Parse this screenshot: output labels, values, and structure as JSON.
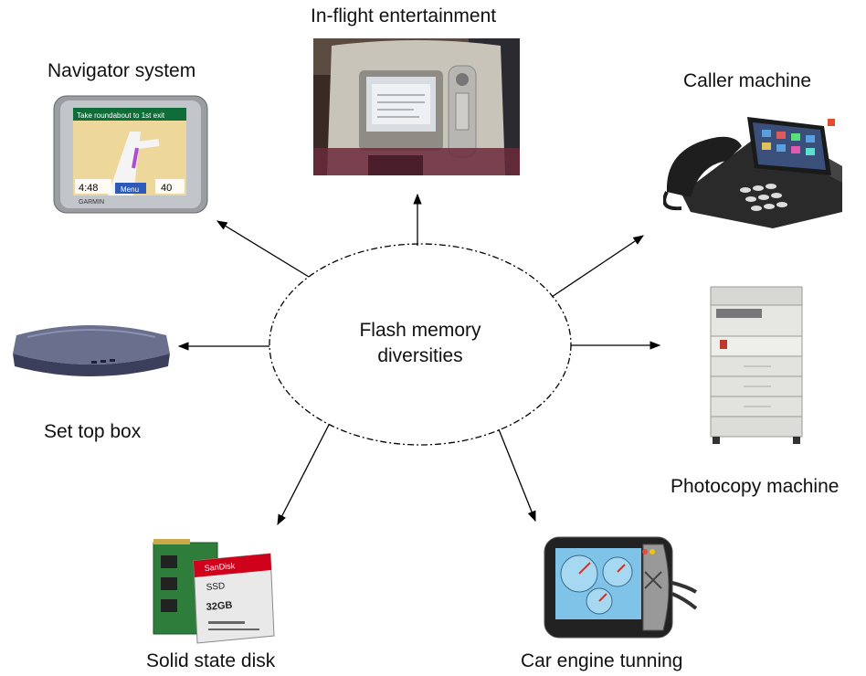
{
  "center": {
    "line1": "Flash memory",
    "line2": "diversities"
  },
  "nodes": {
    "inflight": {
      "label": "In-flight entertainment",
      "icon": "inflight-seat-screen-icon"
    },
    "navigator": {
      "label": "Navigator system",
      "icon": "gps-navigator-icon",
      "screen_text": "Take roundabout to 1st exit",
      "brand": "GARMIN",
      "time": "4:48",
      "speed": "40",
      "menu": "Menu"
    },
    "caller": {
      "label": "Caller machine",
      "icon": "desk-phone-icon"
    },
    "settop": {
      "label": "Set top box",
      "icon": "set-top-box-icon"
    },
    "photocopy": {
      "label": "Photocopy machine",
      "icon": "photocopier-icon"
    },
    "ssd": {
      "label": "Solid state disk",
      "icon": "ssd-icon",
      "brand": "SanDisk",
      "type": "SSD",
      "capacity": "32GB"
    },
    "car": {
      "label": "Car engine tunning",
      "icon": "car-gauge-device-icon"
    }
  }
}
